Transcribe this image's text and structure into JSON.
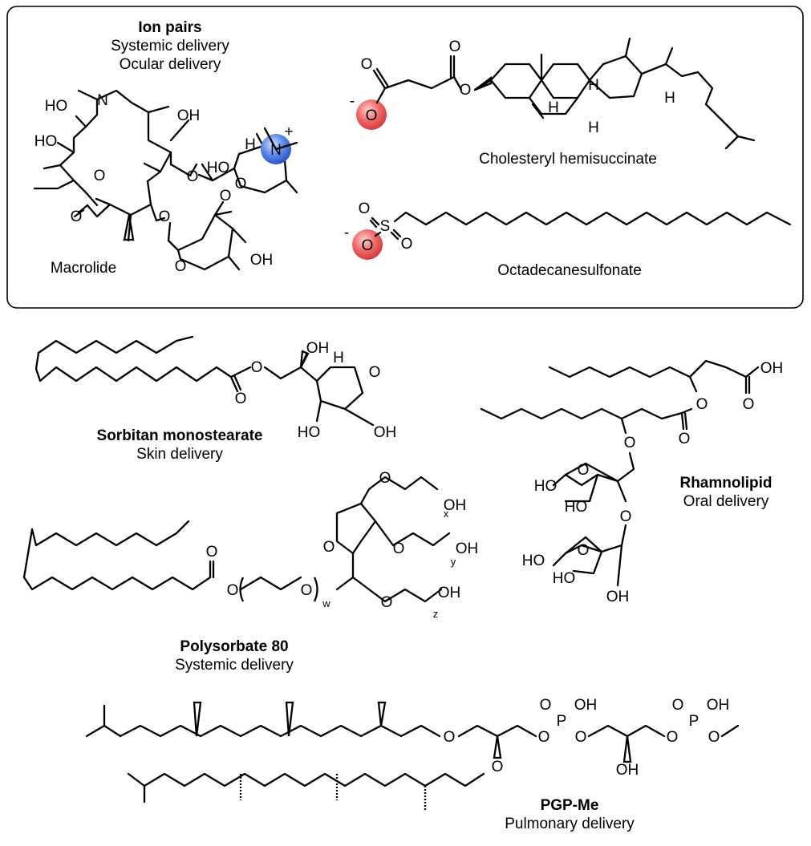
{
  "panel": {
    "title": "Ion pairs",
    "lines": [
      "Systemic delivery",
      "Ocular delivery"
    ]
  },
  "compounds": {
    "macrolide": {
      "name": "Macrolide"
    },
    "cholesteryl": {
      "name": "Cholesteryl hemisuccinate"
    },
    "octadecane": {
      "name": "Octadecanesulfonate"
    },
    "sorbitan": {
      "name": "Sorbitan monostearate",
      "delivery": "Skin delivery"
    },
    "rhamnolipid": {
      "name": "Rhamnolipid",
      "delivery": "Oral delivery"
    },
    "polysorbate": {
      "name": "Polysorbate 80",
      "delivery": "Systemic delivery"
    },
    "pgp": {
      "name": "PGP-Me",
      "delivery": "Pulmonary delivery"
    }
  },
  "atoms": {
    "N": "N",
    "O": "O",
    "OH": "OH",
    "HO": "HO",
    "H": "H",
    "S": "S",
    "P": "P",
    "plus": "+",
    "minus": "-",
    "x": "x",
    "y": "y",
    "z": "z",
    "w": "w"
  },
  "colors": {
    "anion": "#e8484d",
    "cation": "#3b6fd8",
    "frame": "#000000"
  }
}
